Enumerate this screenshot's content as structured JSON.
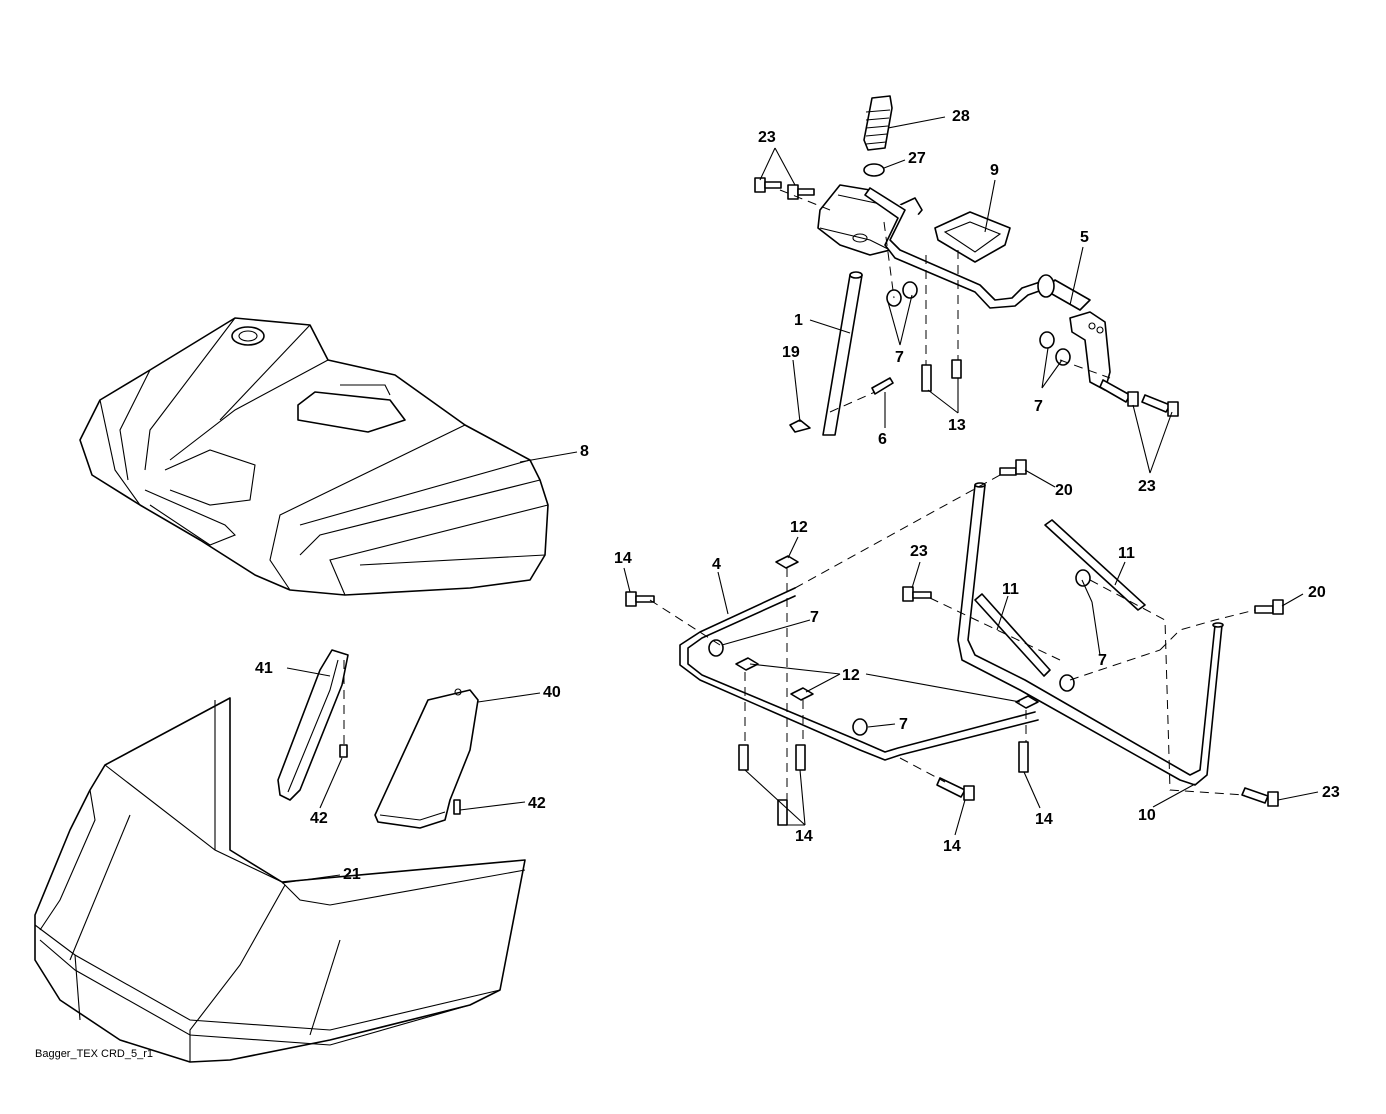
{
  "diagram": {
    "footer_label": "Bagger_TEX CRD_5_r1",
    "callouts": {
      "c28": "28",
      "c27": "27",
      "c23a": "23",
      "c9": "9",
      "c5": "5",
      "c1": "1",
      "c19": "19",
      "c7a": "7",
      "c7b": "7",
      "c6": "6",
      "c13": "13",
      "c23b": "23",
      "c8": "8",
      "c20a": "20",
      "c12a": "12",
      "c14a": "14",
      "c4": "4",
      "c23c": "23",
      "c11a": "11",
      "c11b": "11",
      "c7c": "7",
      "c7d": "7",
      "c20b": "20",
      "c12b": "12",
      "c7e": "7",
      "c41": "41",
      "c40": "40",
      "c42a": "42",
      "c42b": "42",
      "c21": "21",
      "c14b": "14",
      "c14c": "14",
      "c14d": "14",
      "c10": "10",
      "c23d": "23"
    }
  }
}
